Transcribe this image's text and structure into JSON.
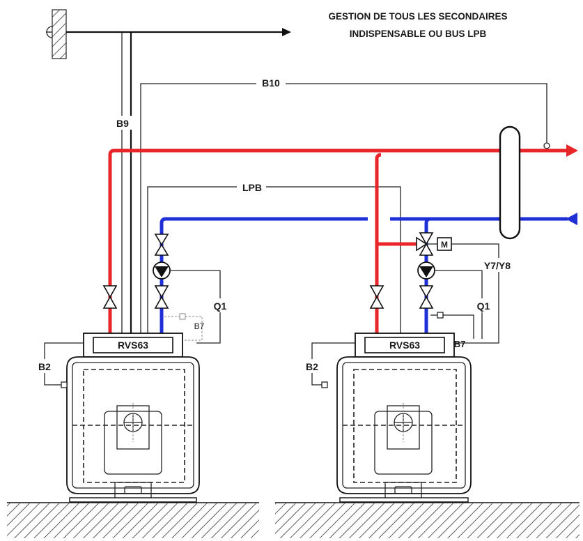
{
  "header": {
    "line1": "GESTION DE TOUS LES SECONDAIRES",
    "line2": "INDISPENSABLE OU BUS LPB"
  },
  "labels": {
    "b10": "B10",
    "b9": "B9",
    "lpb": "LPB",
    "y7y8": "Y7/Y8",
    "m": "M"
  },
  "boiler_left": {
    "controller": "RVS63",
    "b2": "B2",
    "q1": "Q1",
    "b7": "B7"
  },
  "boiler_right": {
    "controller": "RVS63",
    "b2": "B2",
    "q1": "Q1",
    "b7": "B7"
  },
  "colors": {
    "supply": "#e8262a",
    "return": "#1f2fd6",
    "line": "#111111"
  }
}
